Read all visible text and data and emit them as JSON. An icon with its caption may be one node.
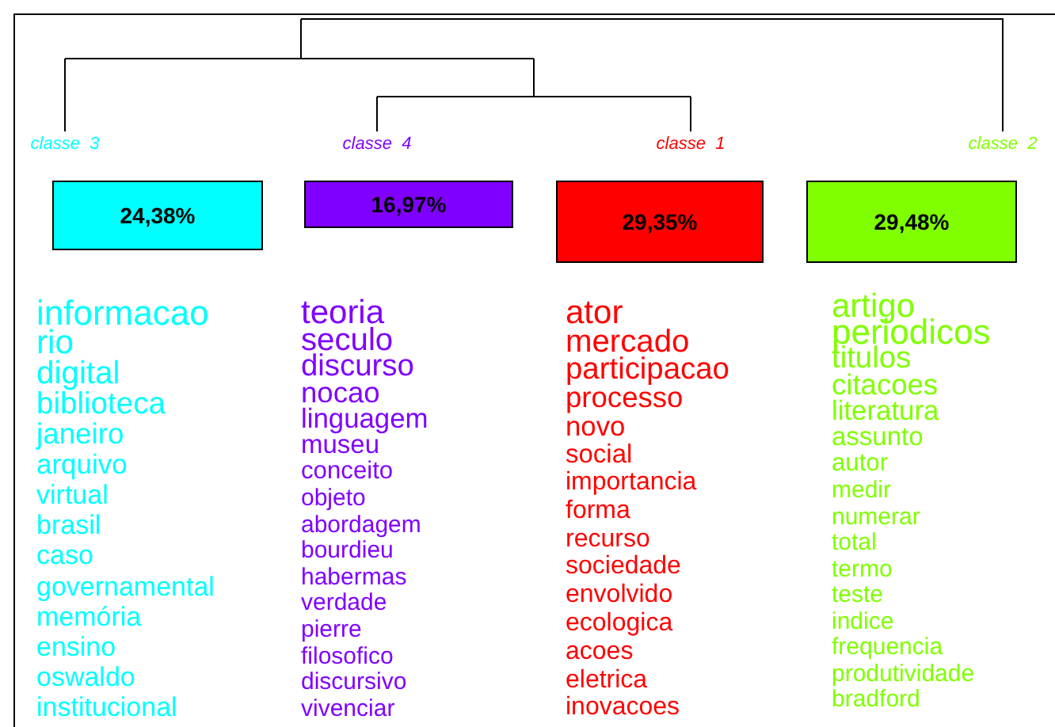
{
  "diagram": {
    "nodes": [
      {
        "text": [
          "24,38%"
        ],
        "beside": [
          "classe  3"
        ]
      },
      {
        "text": [
          "16,97%"
        ],
        "beside": [
          "classe  4"
        ]
      },
      {
        "text": [
          "29,35%"
        ],
        "beside": [
          "classe  1"
        ]
      },
      {
        "text": [
          "29,48%"
        ],
        "beside": [
          "classe  2"
        ]
      }
    ],
    "labels": [
      "informacao",
      "rio",
      "digital",
      "biblioteca",
      "janeiro",
      "arquivo",
      "virtual",
      "brasil",
      "caso",
      "governamental",
      "memória",
      "ensino",
      "oswaldo",
      "institucional",
      "teoria",
      "seculo",
      "discurso",
      "nocao",
      "linguagem",
      "museu",
      "conceito",
      "objeto",
      "abordagem",
      "bourdieu",
      "habermas",
      "verdade",
      "pierre",
      "filosofico",
      "discursivo",
      "vivenciar",
      "ator",
      "mercado",
      "participacao",
      "processo",
      "novo",
      "social",
      "importancia",
      "forma",
      "recurso",
      "sociedade",
      "envolvido",
      "ecologica",
      "acoes",
      "eletrica",
      "inovacoes",
      "artigo",
      "periodicos",
      "titulos",
      "citacoes",
      "literatura",
      "assunto",
      "autor",
      "medir",
      "numerar",
      "total",
      "termo",
      "teste",
      "indice",
      "frequencia",
      "produtividade",
      "bradford"
    ]
  }
}
